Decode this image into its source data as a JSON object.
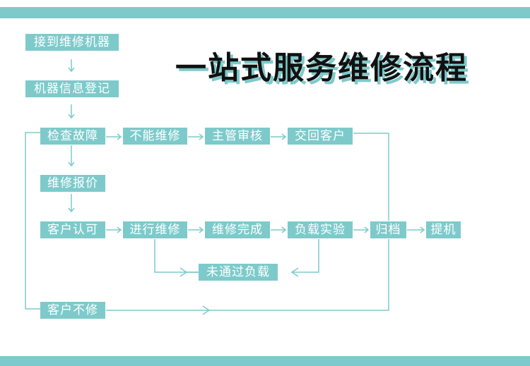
{
  "title": "一站式服务维修流程",
  "colors": {
    "accent": "#7ecacb",
    "title_text": "#111111",
    "node_text": "#ffffff"
  },
  "nodes": {
    "receive": "接到维修机器",
    "register": "机器信息登记",
    "inspect": "检查故障",
    "cannot_repair": "不能维修",
    "supervisor_review": "主管审核",
    "return_customer": "交回客户",
    "quote": "维修报价",
    "customer_approve": "客户认可",
    "repair": "进行维修",
    "repair_done": "维修完成",
    "load_test": "负载实验",
    "archive": "归档",
    "pickup": "提机",
    "load_fail": "未通过负载",
    "customer_decline": "客户不修"
  }
}
